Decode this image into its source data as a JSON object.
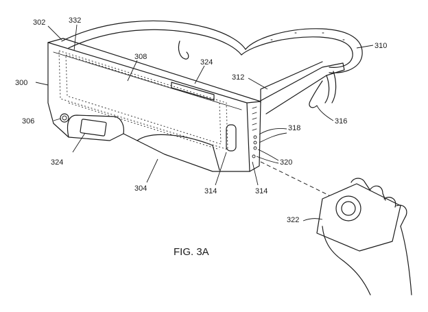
{
  "figure": {
    "caption": "FIG. 3A",
    "labels": {
      "l300": "300",
      "l302": "302",
      "l332": "332",
      "l308": "308",
      "l324a": "324",
      "l324b": "324",
      "l306": "306",
      "l304": "304",
      "l314a": "314",
      "l314b": "314",
      "l312": "312",
      "l310": "310",
      "l316": "316",
      "l318": "318",
      "l320": "320",
      "l322": "322"
    }
  }
}
